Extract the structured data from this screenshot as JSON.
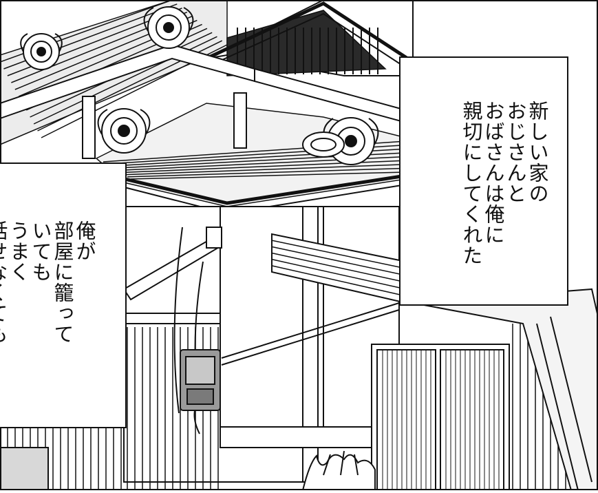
{
  "captions": {
    "right": {
      "lines": [
        "新しい家の",
        "おじさんと",
        "おばさんは俺に",
        "親切にしてくれた"
      ]
    },
    "left": {
      "lines": [
        "俺が",
        "部屋に籠って",
        "いても",
        "うまく",
        "話せなくても"
      ]
    }
  },
  "artwork": {
    "subject": "traditional japanese house with tiled roof, onigawara ornaments, gutter drainpipe, electric meter box and lattice doors",
    "colors": {
      "ink": "#111111",
      "paper": "#ffffff",
      "tone": "#9a9a9a"
    }
  }
}
